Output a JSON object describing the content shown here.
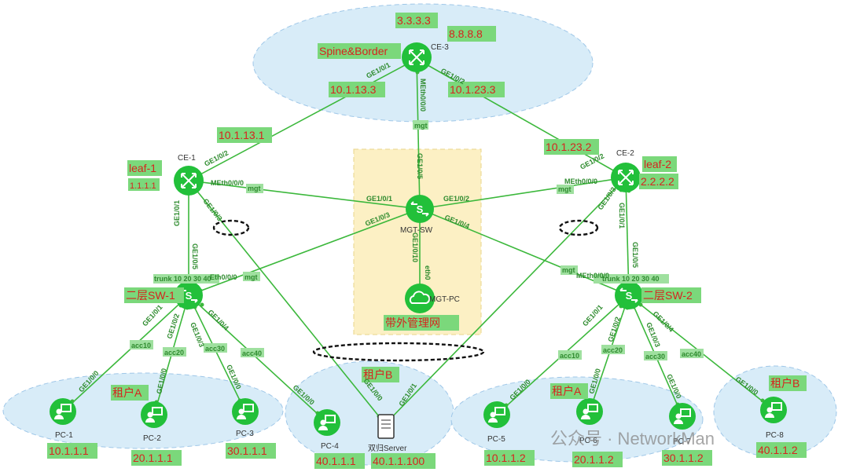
{
  "colors": {
    "link": "#3cb83c",
    "device": "#22c03a",
    "highlight": "#7bd87b",
    "label_text": "#d6241f",
    "zone_fill": "#d8ecf8",
    "oob_fill": "#fcf0c4"
  },
  "devices": {
    "ce3": {
      "name": "CE-3",
      "role": "Spine&Border",
      "ip1": "3.3.3.3",
      "ip2": "8.8.8.8",
      "icon": "router-icon"
    },
    "ce1": {
      "name": "CE-1",
      "role": "leaf-1",
      "ip": "1.1.1.1",
      "icon": "router-icon"
    },
    "ce2": {
      "name": "CE-2",
      "role": "leaf-2",
      "ip": "2.2.2.2",
      "icon": "router-icon"
    },
    "mgtsw": {
      "name": "MGT-SW",
      "icon": "switch-icon"
    },
    "mgtpc": {
      "name": "MGT-PC",
      "icon": "cloud-icon"
    },
    "sw1": {
      "name": "二层SW-1",
      "trunk": "trunk 10 20 30 40",
      "icon": "switch-icon"
    },
    "sw2": {
      "name": "二层SW-2",
      "trunk": "trunk 10 20 30 40",
      "icon": "switch-icon"
    },
    "server": {
      "name": "双归Server",
      "ip": "40.1.1.100",
      "icon": "server-icon"
    }
  },
  "oob_label": "带外管理网",
  "pcs": [
    {
      "name": "PC-1",
      "ip": "10.1.1.1"
    },
    {
      "name": "PC-2",
      "ip": "20.1.1.1"
    },
    {
      "name": "PC-3",
      "ip": "30.1.1.1"
    },
    {
      "name": "PC-4",
      "ip": "40.1.1.1"
    },
    {
      "name": "PC-5",
      "ip": "10.1.1.2"
    },
    {
      "name": "PC-6",
      "ip": "20.1.1.2"
    },
    {
      "name": "PC-7",
      "ip": "30.1.1.2"
    },
    {
      "name": "PC-8",
      "ip": "40.1.1.2"
    }
  ],
  "tenants": {
    "a_left": "租户A",
    "b_mid": "租户B",
    "a_right": "租户A",
    "b_right": "租户B"
  },
  "link_ips": {
    "ce3_ce1": "10.1.13.3",
    "ce1_ce3": "10.1.13.1",
    "ce3_ce2": "10.1.23.3",
    "ce2_ce3": "10.1.23.2"
  },
  "ports": {
    "ce3_p1": "GE1/0/1",
    "ce3_p2": "GE1/0/2",
    "ce3_meth": "MEth0/0/0",
    "ce3_mgt": "mgt",
    "ce1_p2": "GE1/0/2",
    "ce1_meth": "MEth0/0/0",
    "ce1_mgt": "mgt",
    "ce1_p1": "GE1/0/1",
    "ce1_p3": "GE1/0/3",
    "ce2_p2": "GE1/0/2",
    "ce2_meth": "MEth0/0/0",
    "ce2_mgt": "mgt",
    "ce2_p3": "GE1/0/3",
    "ce2_p1": "GE1/0/1",
    "msw_p5": "GE1/0/5",
    "msw_p1": "GE1/0/1",
    "msw_p2": "GE1/0/2",
    "msw_p3": "GE1/0/3",
    "msw_p4": "GE1/0/4",
    "msw_p10": "GE1/0/10",
    "mpc_eth0": "eth0",
    "sw1_p5": "GE1/0/5",
    "sw1_eth": "Eth0/0/0",
    "sw1_mgt": "mgt",
    "sw1_p1": "GE1/0/1",
    "sw1_p2": "GE1/0/2",
    "sw1_p3": "GE1/0/3",
    "sw1_p4": "GE1/0/4",
    "sw2_p5": "GE1/0/5",
    "sw2_meth": "MEth0/0/0",
    "sw2_mgt": "mgt",
    "sw2_p1": "GE1/0/1",
    "sw2_p2": "GE1/0/2",
    "sw2_p3": "GE1/0/3",
    "sw2_p4": "GE1/0/4",
    "acc10": "acc10",
    "acc20": "acc20",
    "acc30": "acc30",
    "acc40": "acc40",
    "pc_port": "GE1/0/0",
    "srv_p0": "GE1/0/0",
    "srv_p1": "GE1/0/1"
  },
  "watermark": "公众号 · NetworkMan"
}
